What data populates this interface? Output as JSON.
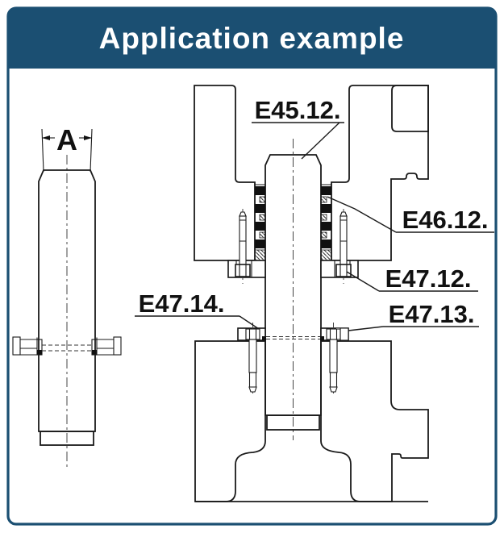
{
  "header": {
    "title": "Application example"
  },
  "colors": {
    "accent": "#1b4f72",
    "line": "#1a1a1a",
    "paper": "#ffffff"
  },
  "front_view": {
    "dimension_label": "A"
  },
  "section_view": {
    "callouts": [
      {
        "id": "guide-pillar",
        "text": "E45.12."
      },
      {
        "id": "guide-bush",
        "text": "E46.12."
      },
      {
        "id": "bush-flange",
        "text": "E47.12."
      },
      {
        "id": "pillar-clamp-right",
        "text": "E47.13."
      },
      {
        "id": "pillar-clamp-left",
        "text": "E47.14."
      }
    ]
  }
}
